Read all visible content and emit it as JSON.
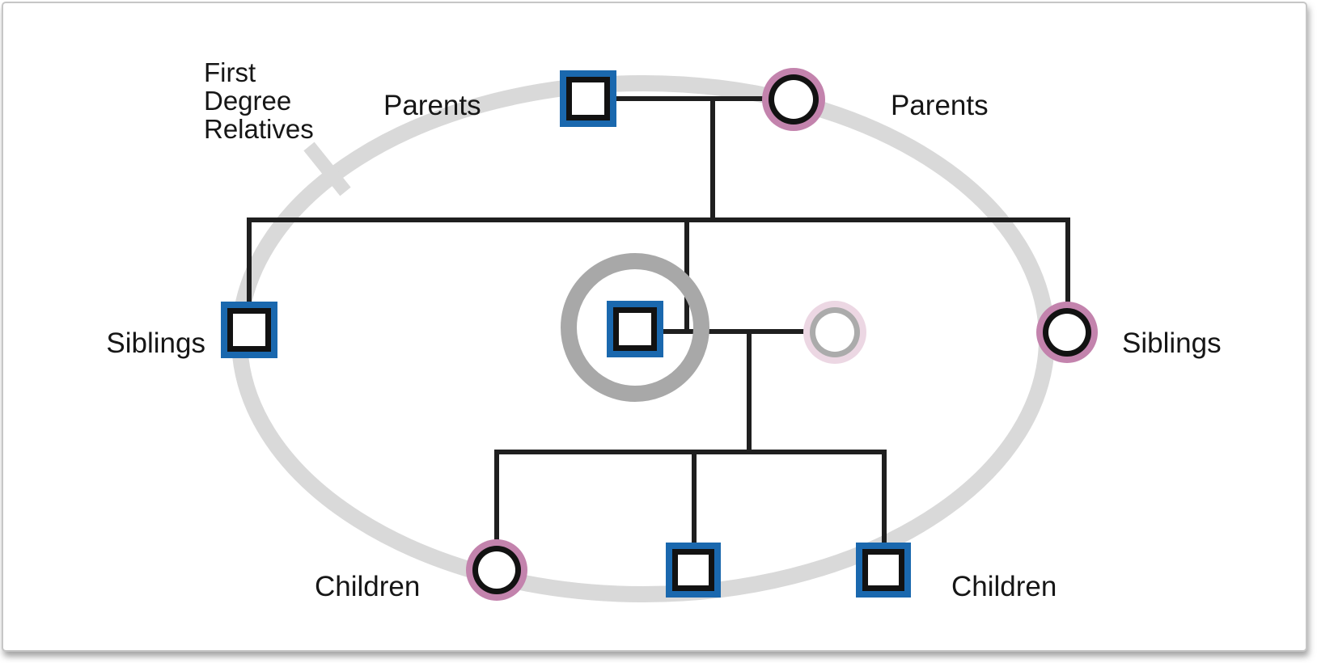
{
  "figure": {
    "type": "pedigree-diagram",
    "title_label": {
      "lines": [
        "First",
        "Degree",
        "Relatives"
      ]
    },
    "labels": {
      "parents_left": "Parents",
      "parents_right": "Parents",
      "siblings_left": "Siblings",
      "siblings_right": "Siblings",
      "children_left": "Children",
      "children_right": "Children"
    },
    "colors": {
      "male_border": "#1a68ae",
      "female_border": "#c383ad",
      "shape_inner_border": "#121212",
      "faded_spouse_outer": "#ecd7e3",
      "faded_spouse_inner": "#ababab",
      "proband_highlight_ring": "#a8a8a8",
      "first_degree_ellipse": "#d9d9d9",
      "relationship_line": "#1f1f1f",
      "text": "#161616"
    },
    "nodes": [
      {
        "id": "father",
        "generation": "parents",
        "shape": "square",
        "style": "male"
      },
      {
        "id": "mother",
        "generation": "parents",
        "shape": "circle",
        "style": "female"
      },
      {
        "id": "sibling-male",
        "generation": "siblings",
        "shape": "square",
        "style": "male"
      },
      {
        "id": "proband",
        "generation": "siblings",
        "shape": "square",
        "style": "male",
        "highlighted": true
      },
      {
        "id": "spouse",
        "generation": "siblings",
        "shape": "circle",
        "style": "faded-married-in"
      },
      {
        "id": "sibling-female",
        "generation": "siblings",
        "shape": "circle",
        "style": "female"
      },
      {
        "id": "child-female",
        "generation": "children",
        "shape": "circle",
        "style": "female"
      },
      {
        "id": "child-male-1",
        "generation": "children",
        "shape": "square",
        "style": "male"
      },
      {
        "id": "child-male-2",
        "generation": "children",
        "shape": "square",
        "style": "male"
      }
    ]
  }
}
